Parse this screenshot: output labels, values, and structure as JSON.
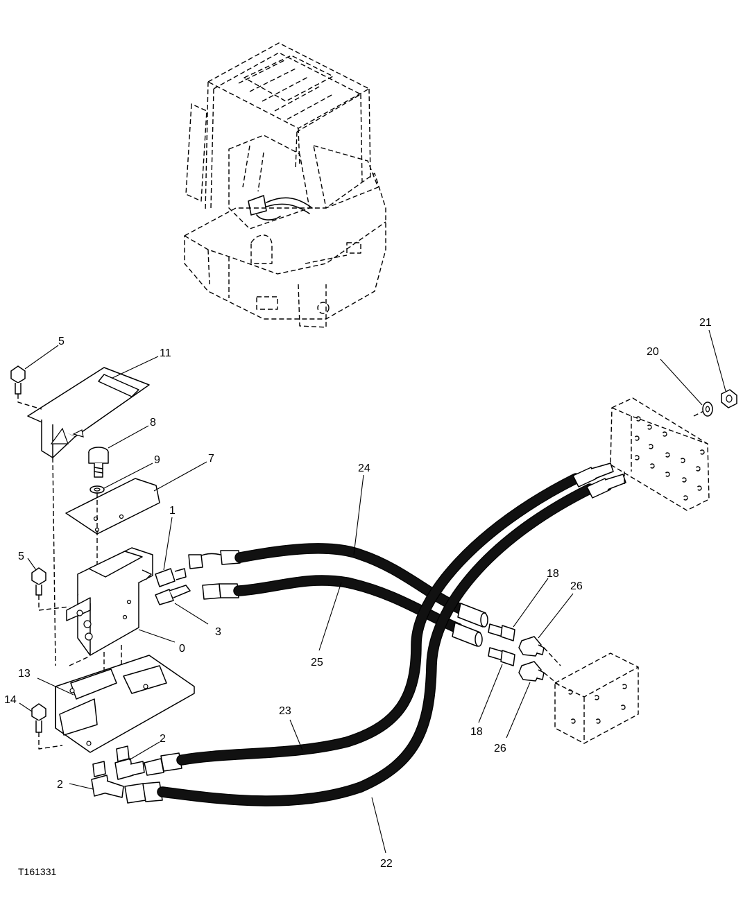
{
  "figure": {
    "id": "T161331"
  },
  "callouts": [
    {
      "key": "c5a",
      "label": "5"
    },
    {
      "key": "c11",
      "label": "11"
    },
    {
      "key": "c8",
      "label": "8"
    },
    {
      "key": "c9",
      "label": "9"
    },
    {
      "key": "c7",
      "label": "7"
    },
    {
      "key": "c1",
      "label": "1"
    },
    {
      "key": "c5b",
      "label": "5"
    },
    {
      "key": "c3",
      "label": "3"
    },
    {
      "key": "c0",
      "label": "0"
    },
    {
      "key": "c13",
      "label": "13"
    },
    {
      "key": "c14",
      "label": "14"
    },
    {
      "key": "c2a",
      "label": "2"
    },
    {
      "key": "c2b",
      "label": "2"
    },
    {
      "key": "c24",
      "label": "24"
    },
    {
      "key": "c25",
      "label": "25"
    },
    {
      "key": "c23",
      "label": "23"
    },
    {
      "key": "c22",
      "label": "22"
    },
    {
      "key": "c18a",
      "label": "18"
    },
    {
      "key": "c18b",
      "label": "18"
    },
    {
      "key": "c26a",
      "label": "26"
    },
    {
      "key": "c26b",
      "label": "26"
    },
    {
      "key": "c20",
      "label": "20"
    },
    {
      "key": "c21",
      "label": "21"
    }
  ]
}
